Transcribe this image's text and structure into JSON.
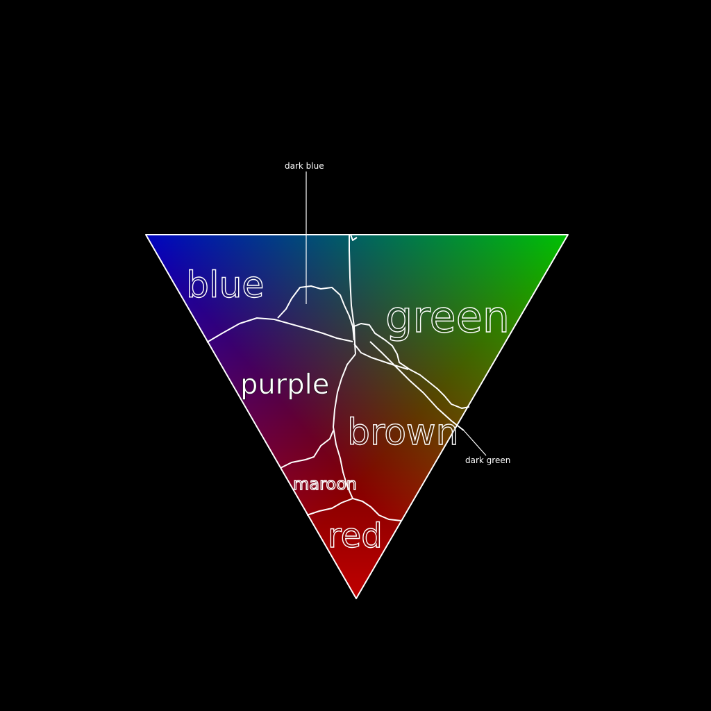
{
  "regions": [
    {
      "key": "blue",
      "label": "blue",
      "style": "outlined"
    },
    {
      "key": "green",
      "label": "green",
      "style": "outlined"
    },
    {
      "key": "purple",
      "label": "purple",
      "style": "filled"
    },
    {
      "key": "brown",
      "label": "brown",
      "style": "outlined"
    },
    {
      "key": "maroon",
      "label": "maroon",
      "style": "outlined"
    },
    {
      "key": "red",
      "label": "red",
      "style": "outlined"
    },
    {
      "key": "dark_blue",
      "label": "dark blue",
      "style": "small"
    },
    {
      "key": "dark_green",
      "label": "dark green",
      "style": "small"
    }
  ],
  "colors": {
    "background": "#000000",
    "corner_top_left": "#0000c0",
    "corner_top_right": "#00c000",
    "corner_bottom": "#c00000",
    "boundary": "#ffffff"
  }
}
